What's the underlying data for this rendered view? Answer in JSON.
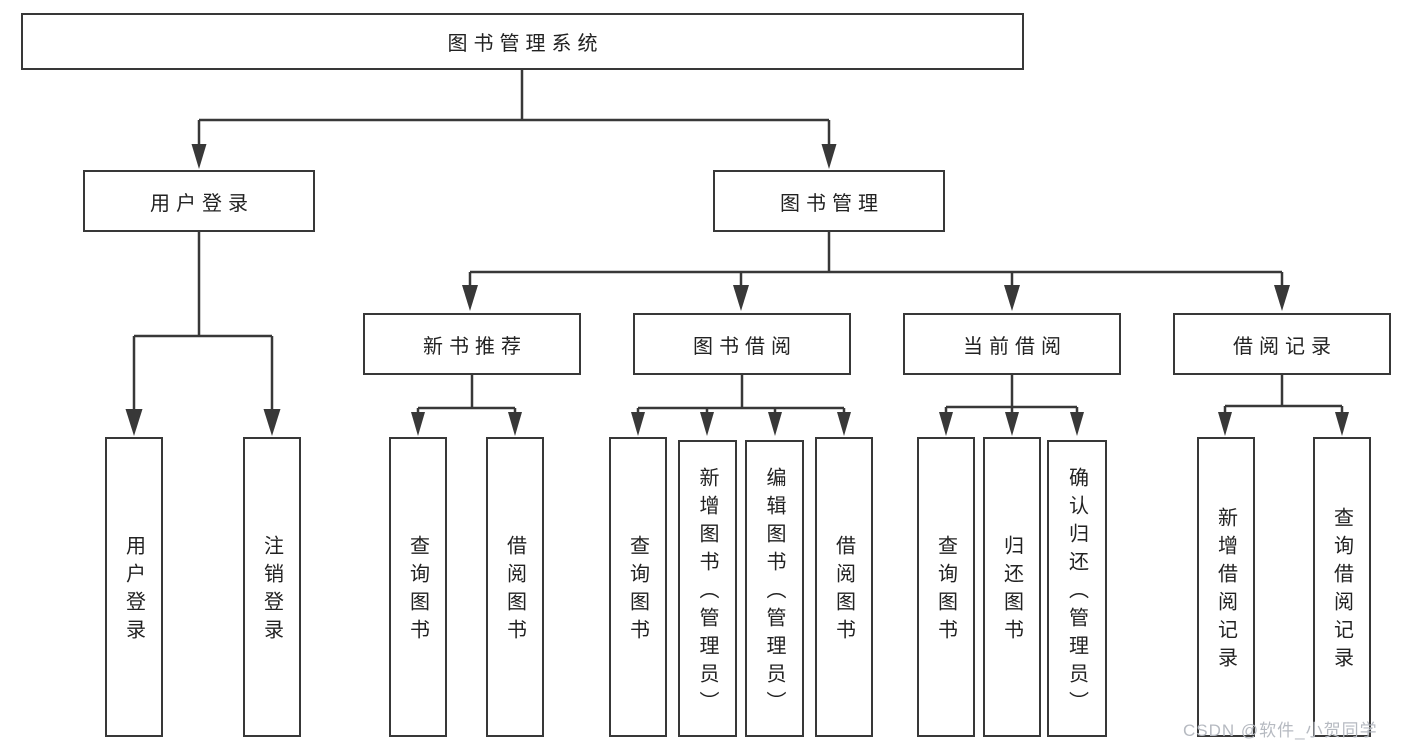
{
  "diagram": {
    "root": {
      "label": "图书管理系统"
    },
    "user_login": {
      "label": "用户登录",
      "children": [
        {
          "label": "用户登录"
        },
        {
          "label": "注销登录"
        }
      ]
    },
    "book_management": {
      "label": "图书管理",
      "groups": [
        {
          "label": "新书推荐",
          "children": [
            {
              "label": "查询图书"
            },
            {
              "label": "借阅图书"
            }
          ]
        },
        {
          "label": "图书借阅",
          "children": [
            {
              "label": "查询图书"
            },
            {
              "label": "新增图书（管理员）"
            },
            {
              "label": "编辑图书（管理员）"
            },
            {
              "label": "借阅图书"
            }
          ]
        },
        {
          "label": "当前借阅",
          "children": [
            {
              "label": "查询图书"
            },
            {
              "label": "归还图书"
            },
            {
              "label": "确认归还（管理员）"
            }
          ]
        },
        {
          "label": "借阅记录",
          "children": [
            {
              "label": "新增借阅记录"
            },
            {
              "label": "查询借阅记录"
            }
          ]
        }
      ]
    }
  },
  "watermark": {
    "text": "CSDN @软件_小贺同学"
  },
  "colors": {
    "line": "#383838",
    "box_border": "#383838",
    "text": "#222222",
    "background": "#ffffff",
    "watermark": "#b6bac1"
  }
}
